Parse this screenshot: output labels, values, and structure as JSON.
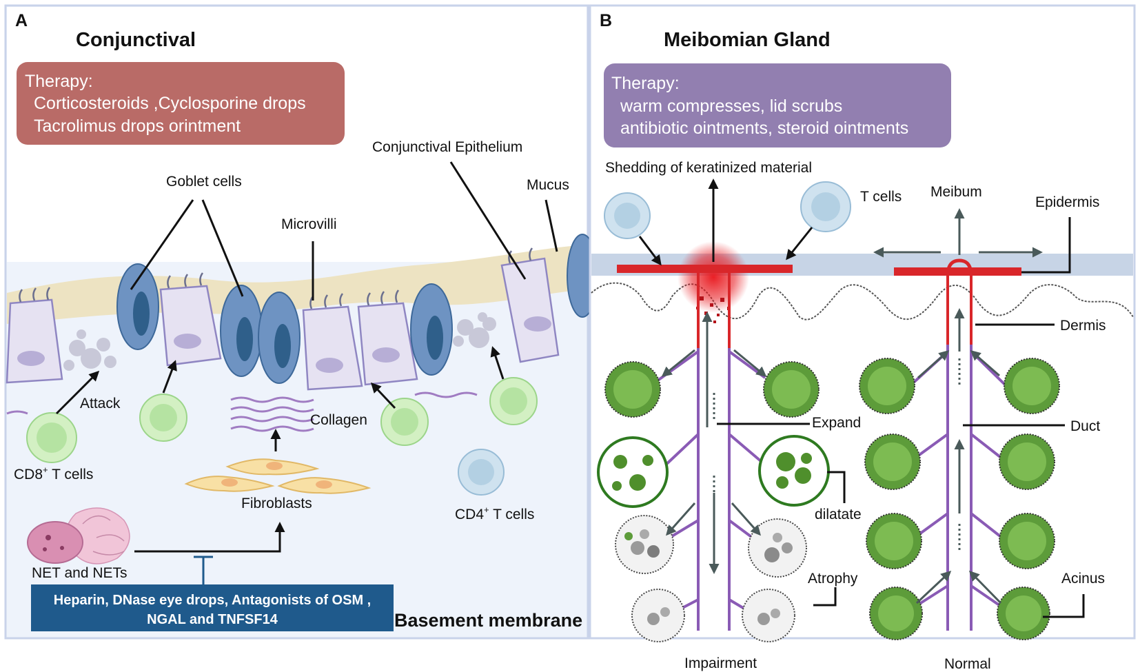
{
  "panel_a": {
    "letter": "A",
    "title": "Conjunctival",
    "therapy": {
      "heading": "Therapy:",
      "line1": "Corticosteroids ,Cyclosporine drops",
      "line2": "Tacrolimus drops orintment",
      "color": "#b96b67"
    },
    "labels": {
      "conj_epithelium": "Conjunctival  Epithelium",
      "goblet": "Goblet cells",
      "mucus": "Mucus",
      "microvilli": "Microvilli",
      "attack": "Attack",
      "collagen": "Collagen",
      "cd8_pre": "CD8",
      "cd8_post": " T cells",
      "cd4_pre": "CD4",
      "cd4_post": " T cells",
      "sup": "+",
      "fibroblasts": "Fibroblasts",
      "net": "NET and NETs",
      "basement": "Basement  membrane"
    },
    "inhibitor": {
      "line1": "Heparin, DNase eye drops, Antagonists of  OSM ,",
      "line2": "NGAL and TNFSF14",
      "color": "#1f5a8c"
    }
  },
  "panel_b": {
    "letter": "B",
    "title": "Meibomian Gland",
    "therapy": {
      "heading": "Therapy:",
      "line1": "warm compresses, lid scrubs",
      "line2": "antibiotic ointments, steroid ointments",
      "color": "#927fb0"
    },
    "labels": {
      "shedding": "Shedding of keratinized material",
      "tcells": "T cells",
      "meibum": "Meibum",
      "epidermis": "Epidermis",
      "dermis": "Dermis",
      "expand": "Expand",
      "duct": "Duct",
      "dilatate": "dilatate",
      "atrophy": "Atrophy",
      "acinus": "Acinus",
      "impairment": "Impairment",
      "normal": "Normal"
    }
  }
}
